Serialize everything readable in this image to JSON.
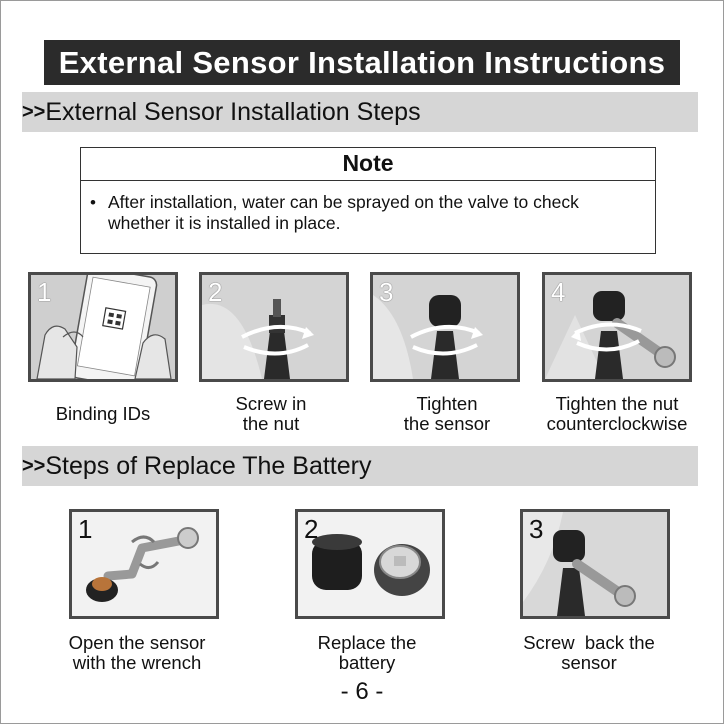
{
  "title": "External Sensor Installation Instructions",
  "section1": {
    "arrows": ">>",
    "heading": "External Sensor Installation Steps"
  },
  "note": {
    "title": "Note",
    "bullet": "•",
    "text_line1": "After installation, water can be sprayed on the valve to check",
    "text_line2": "whether it is installed in place."
  },
  "install_steps": [
    {
      "number": "1",
      "caption_line1": "Binding IDs",
      "caption_line2": ""
    },
    {
      "number": "2",
      "caption_line1": "Screw in",
      "caption_line2": "the nut"
    },
    {
      "number": "3",
      "caption_line1": "Tighten",
      "caption_line2": "the sensor"
    },
    {
      "number": "4",
      "caption_line1": "Tighten the nut",
      "caption_line2": "counterclockwise"
    }
  ],
  "section2": {
    "arrows": ">>",
    "heading": "Steps of Replace The Battery"
  },
  "battery_steps": [
    {
      "number": "1",
      "caption_line1": "Open the sensor",
      "caption_line2": "with the wrench"
    },
    {
      "number": "2",
      "caption_line1": "Replace the",
      "caption_line2": "battery"
    },
    {
      "number": "3",
      "caption_line1": "Screw  back the",
      "caption_line2": "sensor"
    }
  ],
  "page_number": "- 6 -"
}
